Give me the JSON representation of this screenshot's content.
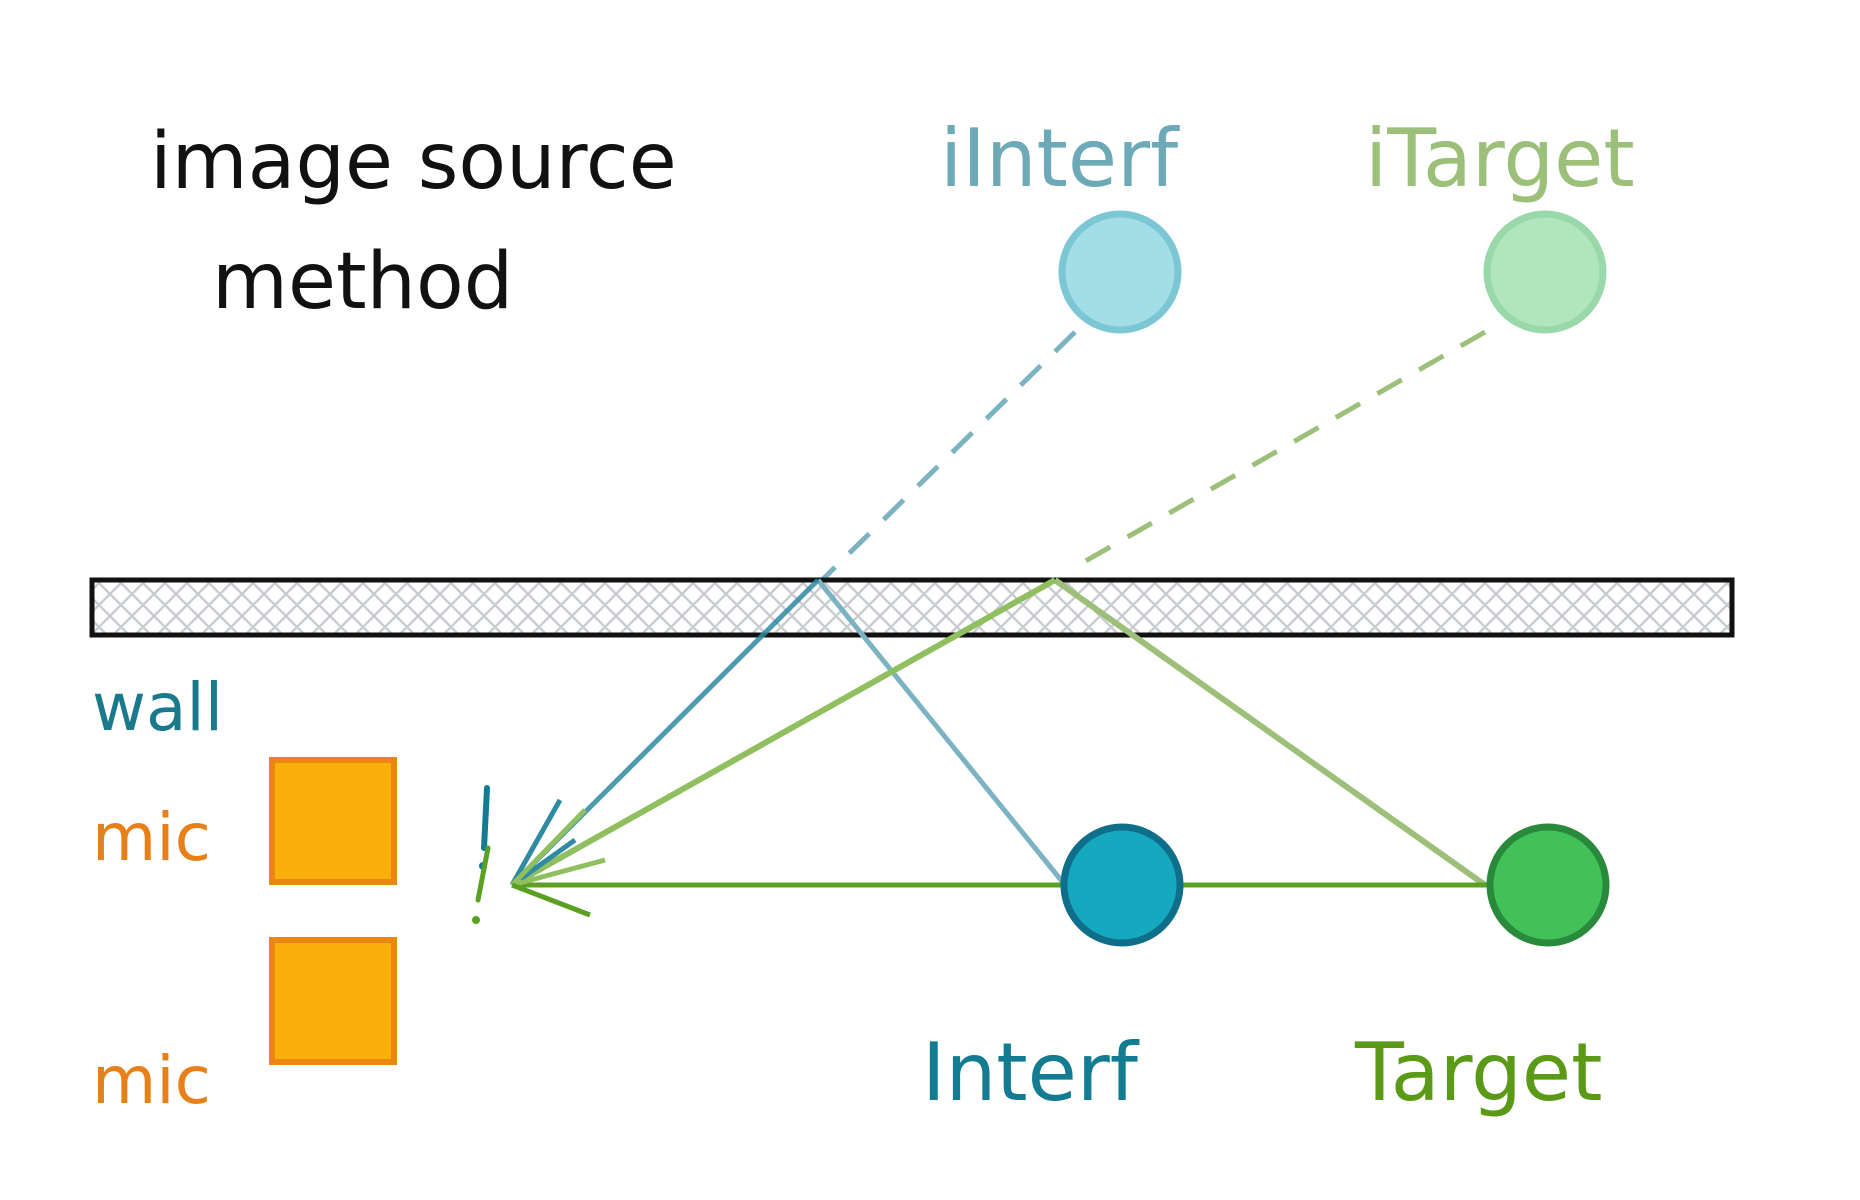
{
  "title": {
    "line1": "image source",
    "line2": "method"
  },
  "labels": {
    "image_interferer": "iInterf",
    "image_target": "iTarget",
    "wall": "wall",
    "mic_top": "mic",
    "mic_bottom": "mic",
    "interferer": "Interf",
    "target": "Target"
  },
  "colors": {
    "title": "#111111",
    "interferer": "#15a8bf",
    "interferer_dark": "#0f6f8a",
    "interferer_label": "#137c92",
    "image_interferer_fill": "#a3dde6",
    "image_interferer_stroke": "#7cc7d6",
    "image_interferer_label": "#6ea9b8",
    "target": "#41c158",
    "target_dark": "#2a8a3b",
    "target_label": "#5a9a17",
    "image_target_fill": "#b1e6bc",
    "image_target_stroke": "#99d8a8",
    "image_target_label": "#9cc07a",
    "direct_path": "#5aa022",
    "wall_fill": "#c9ccd1",
    "wall_stroke": "#111111",
    "wall_label": "#1a7a8c",
    "mic_fill": "#f9b00d",
    "mic_stroke": "#ea8612",
    "mic_label": "#e8801a"
  }
}
